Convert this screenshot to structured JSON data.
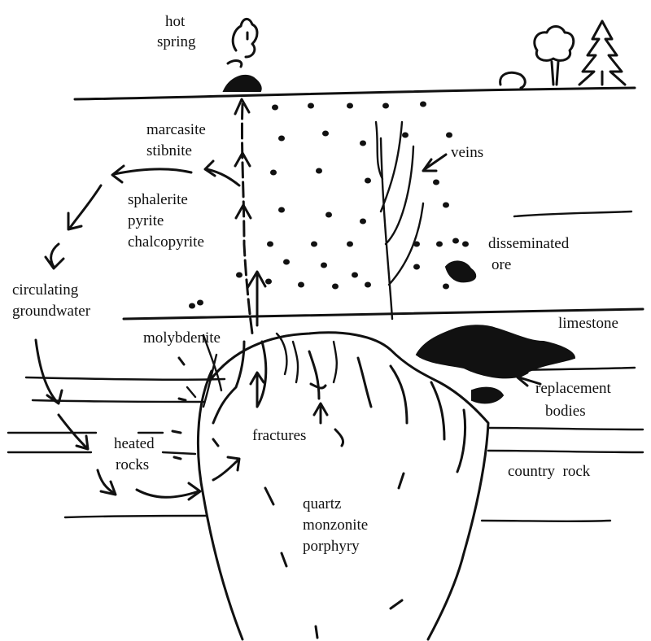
{
  "labels": {
    "hot_spring_1": "hot",
    "hot_spring_2": "spring",
    "marcasite": "marcasite",
    "stibnite": "stibnite",
    "veins": "veins",
    "sphalerite": "sphalerite",
    "pyrite": "pyrite",
    "chalcopyrite": "chalcopyrite",
    "disseminated": "disseminated",
    "ore": "ore",
    "circulating": "circulating",
    "groundwater": "groundwater",
    "limestone": "limestone",
    "molybdenite": "molybdenite",
    "replacement": "replacement",
    "bodies": "bodies",
    "fractures": "fractures",
    "heated": "heated",
    "rocks": "rocks",
    "country_rock": "country  rock",
    "quartz": "quartz",
    "monzonite": "monzonite",
    "porphyry": "porphyry"
  }
}
